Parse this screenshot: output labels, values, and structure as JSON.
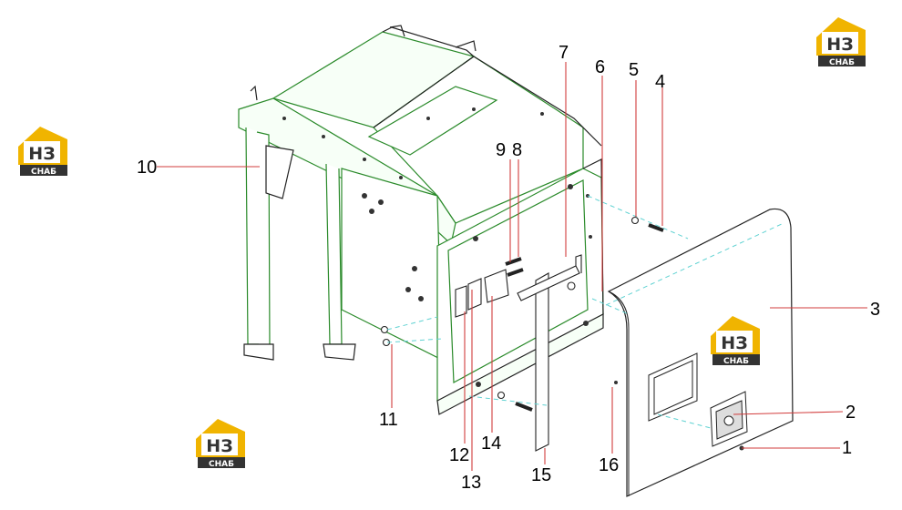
{
  "diagram": {
    "callouts": [
      "1",
      "2",
      "3",
      "4",
      "5",
      "6",
      "7",
      "8",
      "9",
      "10",
      "11",
      "12",
      "13",
      "14",
      "15",
      "16"
    ]
  },
  "logo": {
    "big": "НЗ",
    "small": "СНАБ"
  },
  "colors": {
    "frame": "#2a8a2a",
    "frame_light": "#b8e8b8",
    "outline": "#222222",
    "leader": "#d23c3c",
    "dash": "#5fd2d2",
    "logo_gold": "#f0b400",
    "logo_dark": "#333333"
  }
}
